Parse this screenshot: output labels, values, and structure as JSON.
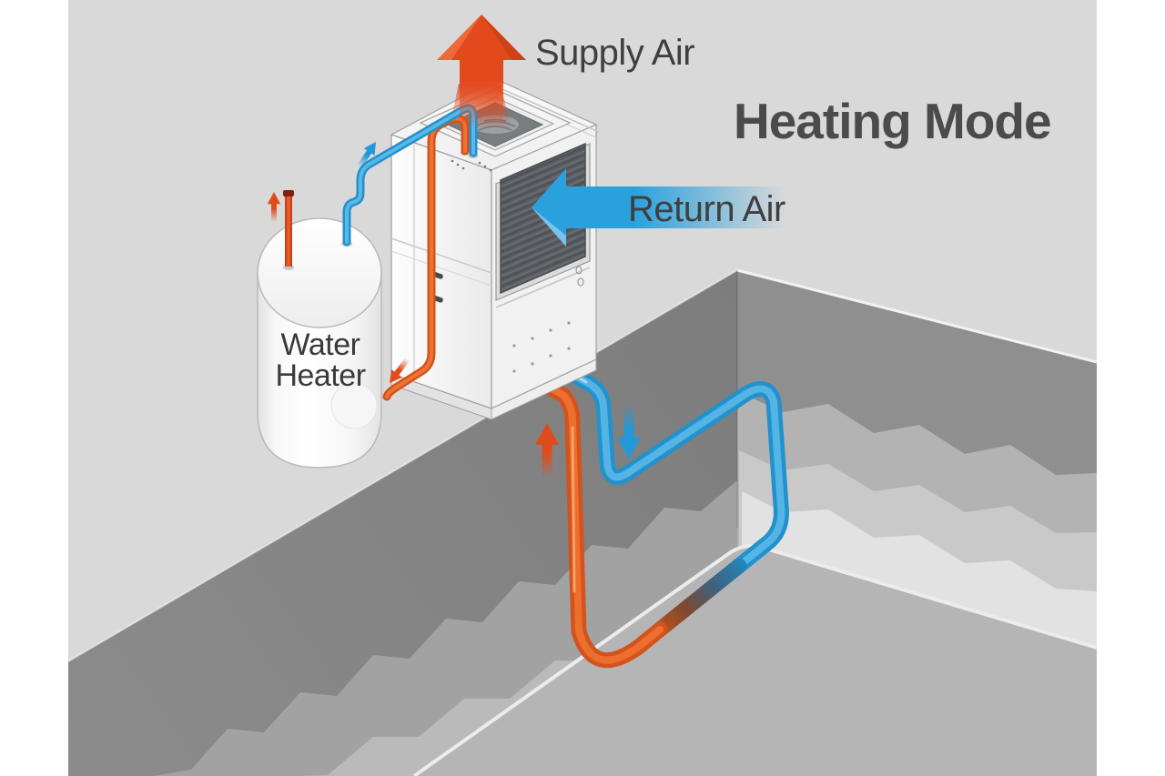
{
  "title": {
    "text": "Heating Mode"
  },
  "labels": {
    "supply_air": "Supply Air",
    "return_air": "Return Air",
    "water_heater_line1": "Water",
    "water_heater_line2": "Heater"
  },
  "colors": {
    "hot_pipe": "#D4521C",
    "hot_arrow": "#E2491C",
    "cold_pipe": "#2291CC",
    "cold_arrow": "#2AA1DD",
    "title_text": "#4B4B4B",
    "label_text": "#3F3F3F",
    "ground_surface": "#D9D9D9",
    "trench_wall_near": "#828282",
    "trench_wall_far": "#8F8F8F",
    "trench_floor": "#B5B5B5",
    "unit_body": "#F7F7F7",
    "coil_grille": "#5B5F63",
    "tank_body": "#FFFFFF"
  },
  "components": {
    "unit": "heat-pump-unit",
    "tank": "water-heater-tank",
    "loop": "ground-loop-piping",
    "supply_arrow": "supply-air-arrow",
    "return_arrow": "return-air-arrow",
    "loop_down_arrow": "loop-supply-down-arrow",
    "loop_up_arrow": "loop-return-up-arrow",
    "tank_out_arrow": "tank-outlet-arrow",
    "tank_in_arrow": "tank-inlet-arrow",
    "line_flow_arrow": "line-flow-arrow"
  }
}
